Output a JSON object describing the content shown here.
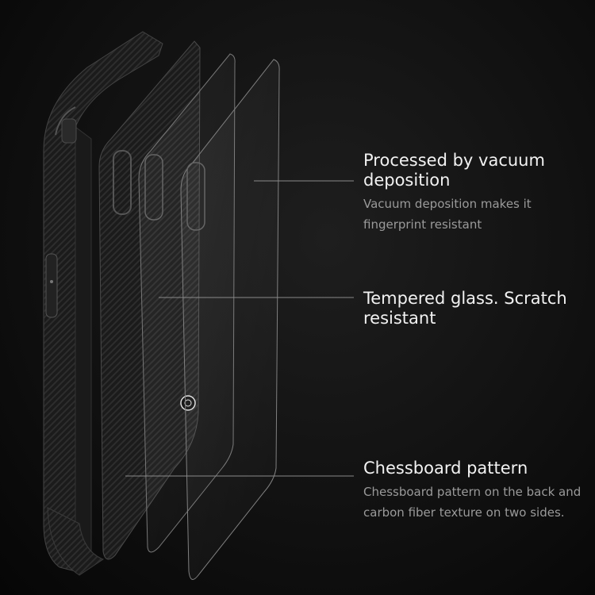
{
  "callouts": [
    {
      "title": "Processed by vacuum deposition",
      "description": "Vacuum deposition makes it fingerprint resistant"
    },
    {
      "title": "Tempered glass. Scratch resistant",
      "description": ""
    },
    {
      "title": "Chessboard pattern",
      "description": "Chessboard pattern on the back and carbon fiber texture on two sides."
    }
  ],
  "colors": {
    "background": "#111111",
    "title_text": "#f2f2f2",
    "description_text": "#9a9a9a",
    "leader_line": "#8a8a8a"
  }
}
